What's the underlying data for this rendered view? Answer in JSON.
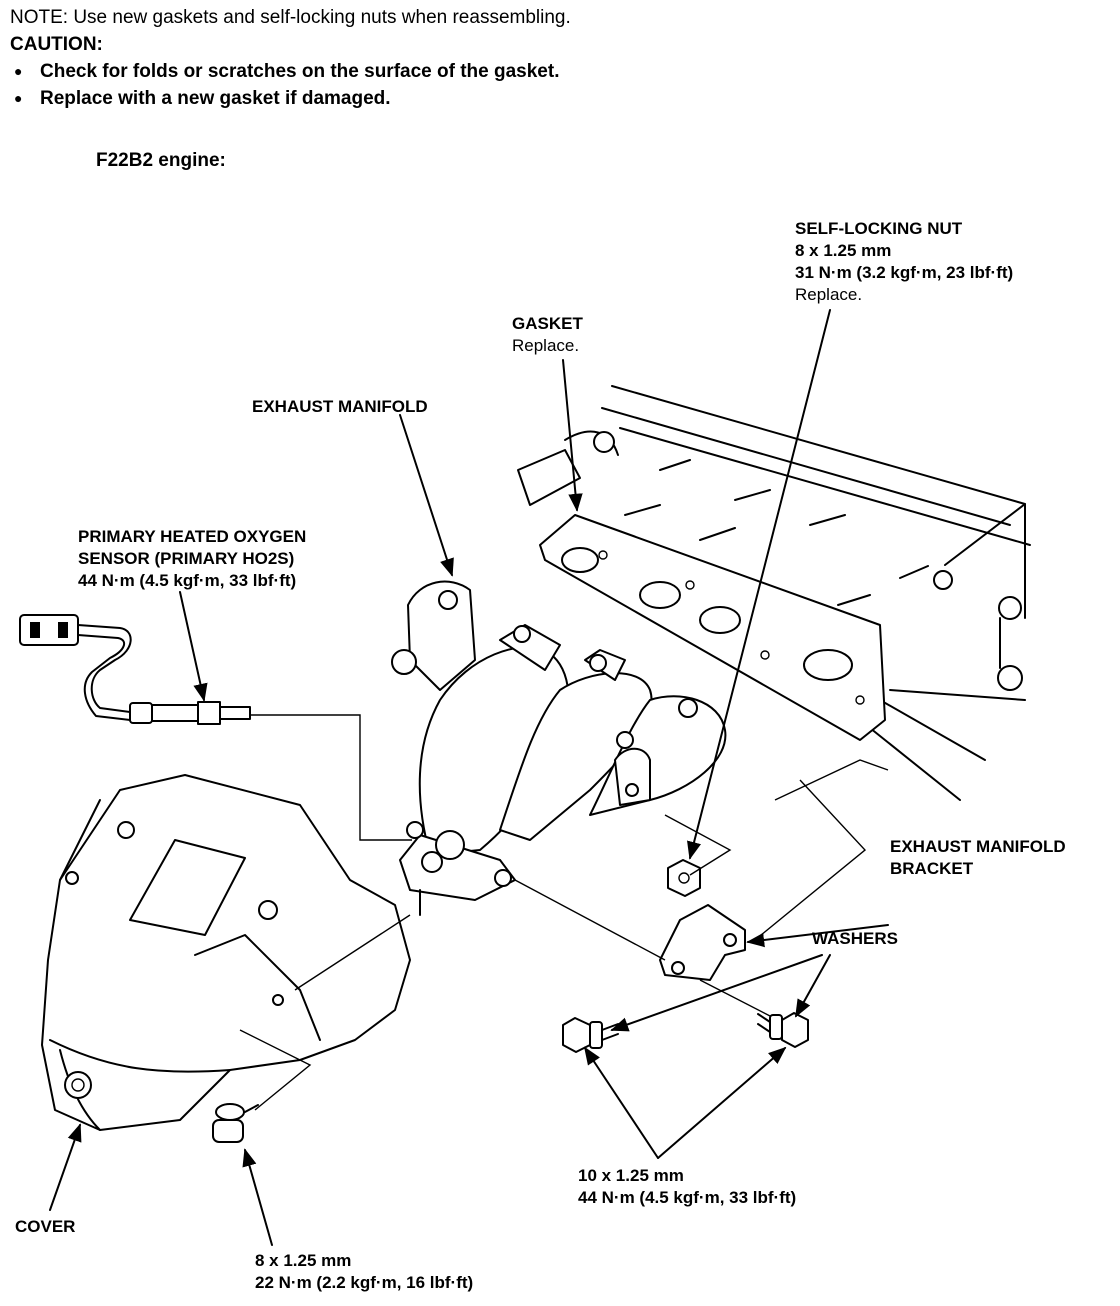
{
  "notes": {
    "note": "NOTE:  Use new gaskets and self-locking nuts when reassembling.",
    "caution": "CAUTION:",
    "bullets": [
      "Check for folds or scratches on the surface of the gasket.",
      "Replace with a new gasket if damaged."
    ]
  },
  "engine_label": "F22B2 engine:",
  "labels": {
    "self_locking_nut": {
      "title": "SELF-LOCKING NUT",
      "size": "8 x 1.25 mm",
      "torque": "31 N·m (3.2 kgf·m, 23 lbf·ft)",
      "note": "Replace."
    },
    "gasket": {
      "title": "GASKET",
      "note": "Replace."
    },
    "exhaust_manifold": {
      "title": "EXHAUST MANIFOLD"
    },
    "sensor": {
      "title1": "PRIMARY HEATED OXYGEN",
      "title2": "SENSOR (PRIMARY HO2S)",
      "torque": "44 N·m (4.5 kgf·m, 33 lbf·ft)"
    },
    "bracket": {
      "title1": "EXHAUST MANIFOLD",
      "title2": "BRACKET"
    },
    "washers": {
      "title": "WASHERS"
    },
    "bracket_bolts": {
      "size": "10 x 1.25 mm",
      "torque": "44 N·m (4.5 kgf·m, 33 lbf·ft)"
    },
    "cover": {
      "title": "COVER"
    },
    "cover_bolt": {
      "size": "8 x 1.25 mm",
      "torque": "22 N·m (2.2 kgf·m, 16 lbf·ft)"
    }
  }
}
